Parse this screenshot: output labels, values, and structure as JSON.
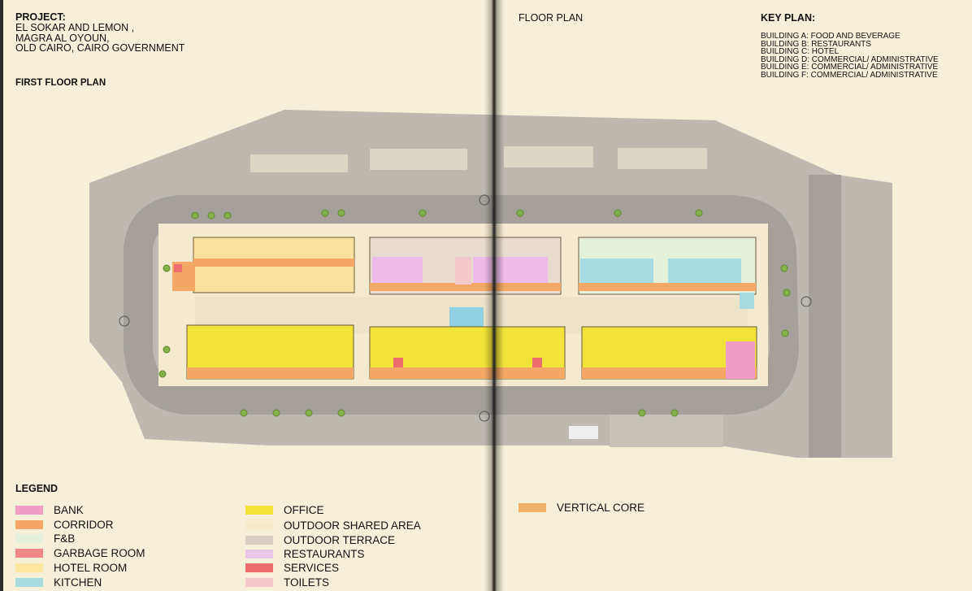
{
  "header": {
    "project_label": "PROJECT:",
    "project_lines": [
      "EL SOKAR AND LEMON ,",
      "MAGRA AL OYOUN,",
      "OLD CAIRO, CAIRO GOVERNMENT"
    ],
    "plan_title": "FIRST FLOOR PLAN",
    "section_title": "FLOOR PLAN"
  },
  "key_plan": {
    "title": "KEY PLAN:",
    "items": [
      "BUILDING A: FOOD AND BEVERAGE",
      "BUILDING B: RESTAURANTS",
      "BUILDING C: HOTEL",
      "BUILDING D: COMMERCIAL/ ADMINISTRATIVE",
      "BUILDING E: COMMERCIAL/ ADMINISTRATIVE",
      "BUILDING F: COMMERCIAL/ ADMINISTRATIVE"
    ]
  },
  "legend": {
    "title": "LEGEND",
    "items": [
      {
        "label": "BANK",
        "color": "#f19ec7"
      },
      {
        "label": "CORRIDOR",
        "color": "#f5a767"
      },
      {
        "label": "F&B",
        "color": "#e6f1dc"
      },
      {
        "label": "GARBAGE ROOM",
        "color": "#ef8787"
      },
      {
        "label": "HOTEL ROOM",
        "color": "#fde6a0"
      },
      {
        "label": "KITCHEN",
        "color": "#a8dbe1"
      },
      {
        "label": "OFFICE",
        "color": "#f2e338"
      },
      {
        "label": "OUTDOOR SHARED AREA",
        "color": "#f6ebcb"
      },
      {
        "label": "OUTDOOR TERRACE",
        "color": "#d9cfc3"
      },
      {
        "label": "RESTAURANTS",
        "color": "#ecc6e6"
      },
      {
        "label": "SERVICES",
        "color": "#ec6d6d"
      },
      {
        "label": "TOILETS",
        "color": "#f5c8ce"
      },
      {
        "label": "VERTICAL CORE",
        "color": "#f3b06b"
      }
    ]
  },
  "plan_colors": {
    "site": "#b9b4ac",
    "road": "#a9a59e",
    "sidewalk": "#d4cfc6",
    "tree": "#86b04a",
    "tree_dark": "#5e8a2e"
  }
}
